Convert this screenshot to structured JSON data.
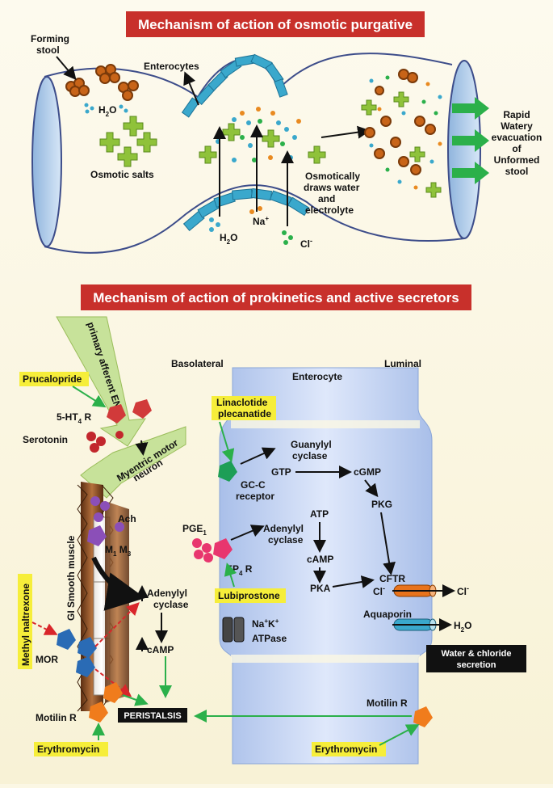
{
  "osmotic": {
    "title": "Mechanism of action of osmotic purgative",
    "forming_stool_1": "Forming",
    "forming_stool_2": "stool",
    "h2o_top": "H",
    "h2o_top_sub": "2",
    "h2o_top_end": "O",
    "enterocytes": "Enterocytes",
    "osmotic_salts": "Osmotic salts",
    "draws_1": "Osmotically",
    "draws_2": "draws water",
    "draws_3": "and",
    "draws_4": "electrolyte",
    "h2o_bottom": "H",
    "h2o_bottom_sub": "2",
    "h2o_bottom_end": "O",
    "na": "Na",
    "na_sup": "+",
    "cl": "Cl",
    "cl_sup": "-",
    "rapid_1": "Rapid",
    "rapid_2": "Watery",
    "rapid_3": "evacuation",
    "rapid_4": "of",
    "rapid_5": "Unformed",
    "rapid_6": "stool"
  },
  "prokinetic": {
    "title": "Mechanism of action of prokinetics and active secretors",
    "basolateral": "Basolateral",
    "luminal": "Luminal",
    "enterocyte": "Enterocyte",
    "primary_afferent": "primary afferent ENS",
    "myenteric_1": "Myentric motor",
    "myenteric_2": "neuron",
    "prucalopride": "Prucalopride",
    "ht4r": "5-HT",
    "ht4r_sub": "4",
    "ht4r_end": " R",
    "serotonin": "Serotonin",
    "ach": "Ach",
    "m1m3": "M",
    "m1_sub": "1",
    "m3": " M",
    "m3_sub": "3",
    "gi_smooth": "GI Smooth muscle",
    "methyl_naltrexone": "Methyl naltrexone",
    "mor": "MOR",
    "motilin_r_left": "Motilin R",
    "erythromycin_left": "Erythromycin",
    "peristalsis": "PERISTALSIS",
    "adenylyl_left_1": "Adenylyl",
    "adenylyl_left_2": "cyclase",
    "camp_left": "cAMP",
    "linaclotide_1": "Linaclotide",
    "linaclotide_2": "plecanatide",
    "gcc_1": "GC-C",
    "gcc_2": "receptor",
    "guanylyl_1": "Guanylyl",
    "guanylyl_2": "cyclase",
    "gtp": "GTP",
    "cgmp": "cGMP",
    "pkg": "PKG",
    "pge": "PGE",
    "pge_sub": "1",
    "ep4r": "EP",
    "ep4r_sub": "4",
    "ep4r_end": " R",
    "adenylyl_right_1": "Adenylyl",
    "adenylyl_right_2": "cyclase",
    "atp": "ATP",
    "camp_right": "cAMP",
    "pka": "PKA",
    "cftr": "CFTR",
    "cl_cftr": "Cl",
    "cl_cftr_sup": "-",
    "cl_out": "Cl",
    "cl_out_sup": "-",
    "lubiprostone": "Lubiprostone",
    "nak_1": "Na",
    "nak_sup1": "+",
    "nak_k": "K",
    "nak_sup2": "+",
    "nak_2": "ATPase",
    "aquaporin": "Aquaporin",
    "h2o_out": "H",
    "h2o_out_sub": "2",
    "h2o_out_end": "O",
    "water_chloride_1": "Water & chloride",
    "water_chloride_2": "secretion",
    "motilin_r_right": "Motilin R",
    "erythromycin_right": "Erythromycin"
  },
  "colors": {
    "banner": "#c8302b",
    "highlight": "#f6ee3a",
    "enterocyte_fill": "#c9d7f2",
    "green_arrow": "#2bb04a",
    "red_dashed": "#d9262a"
  }
}
